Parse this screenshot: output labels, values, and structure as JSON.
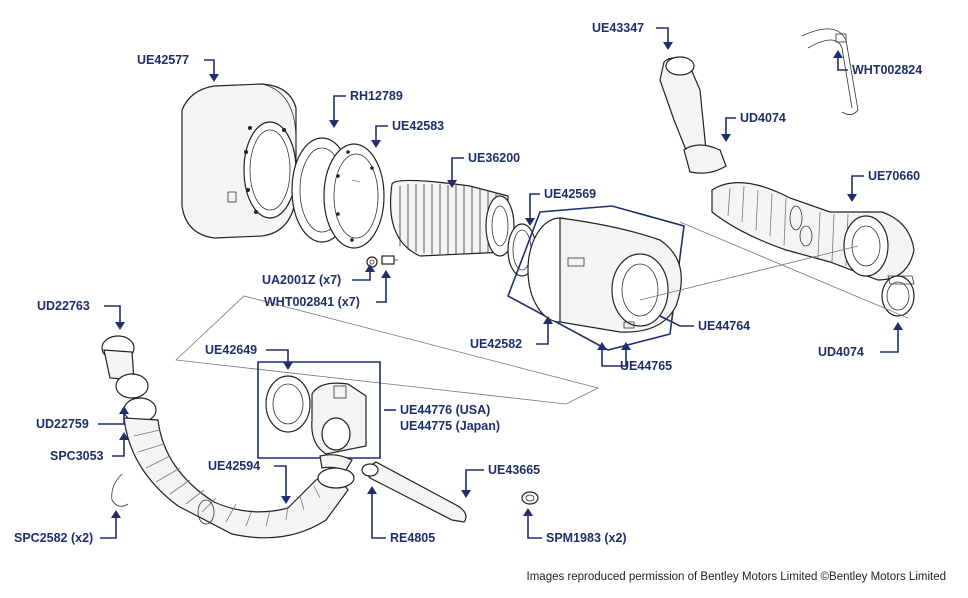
{
  "labels": {
    "ue42577": "UE42577",
    "rh12789": "RH12789",
    "ue42583": "UE42583",
    "ue36200": "UE36200",
    "ue42569": "UE42569",
    "ue43347": "UE43347",
    "wht002824": "WHT002824",
    "ud4074_top": "UD4074",
    "ue70660": "UE70660",
    "ua2001z": "UA2001Z (x7)",
    "wht002841": "WHT002841 (x7)",
    "ud22763": "UD22763",
    "ue42582": "UE42582",
    "ue44764": "UE44764",
    "ue44765": "UE44765",
    "ud4074_bottom": "UD4074",
    "ue42649": "UE42649",
    "ue44776": "UE44776 (USA)",
    "ue44775": "UE44775 (Japan)",
    "ud22759": "UD22759",
    "spc3053": "SPC3053",
    "ue42594": "UE42594",
    "ue43665": "UE43665",
    "spc2582": "SPC2582 (x2)",
    "re4805": "RE4805",
    "spm1983": "SPM1983 (x2)"
  },
  "credit": "Images reproduced permission of Bentley Motors Limited ©Bentley Motors Limited",
  "colors": {
    "label": "#1f2f6b",
    "drawing": "#222222"
  }
}
